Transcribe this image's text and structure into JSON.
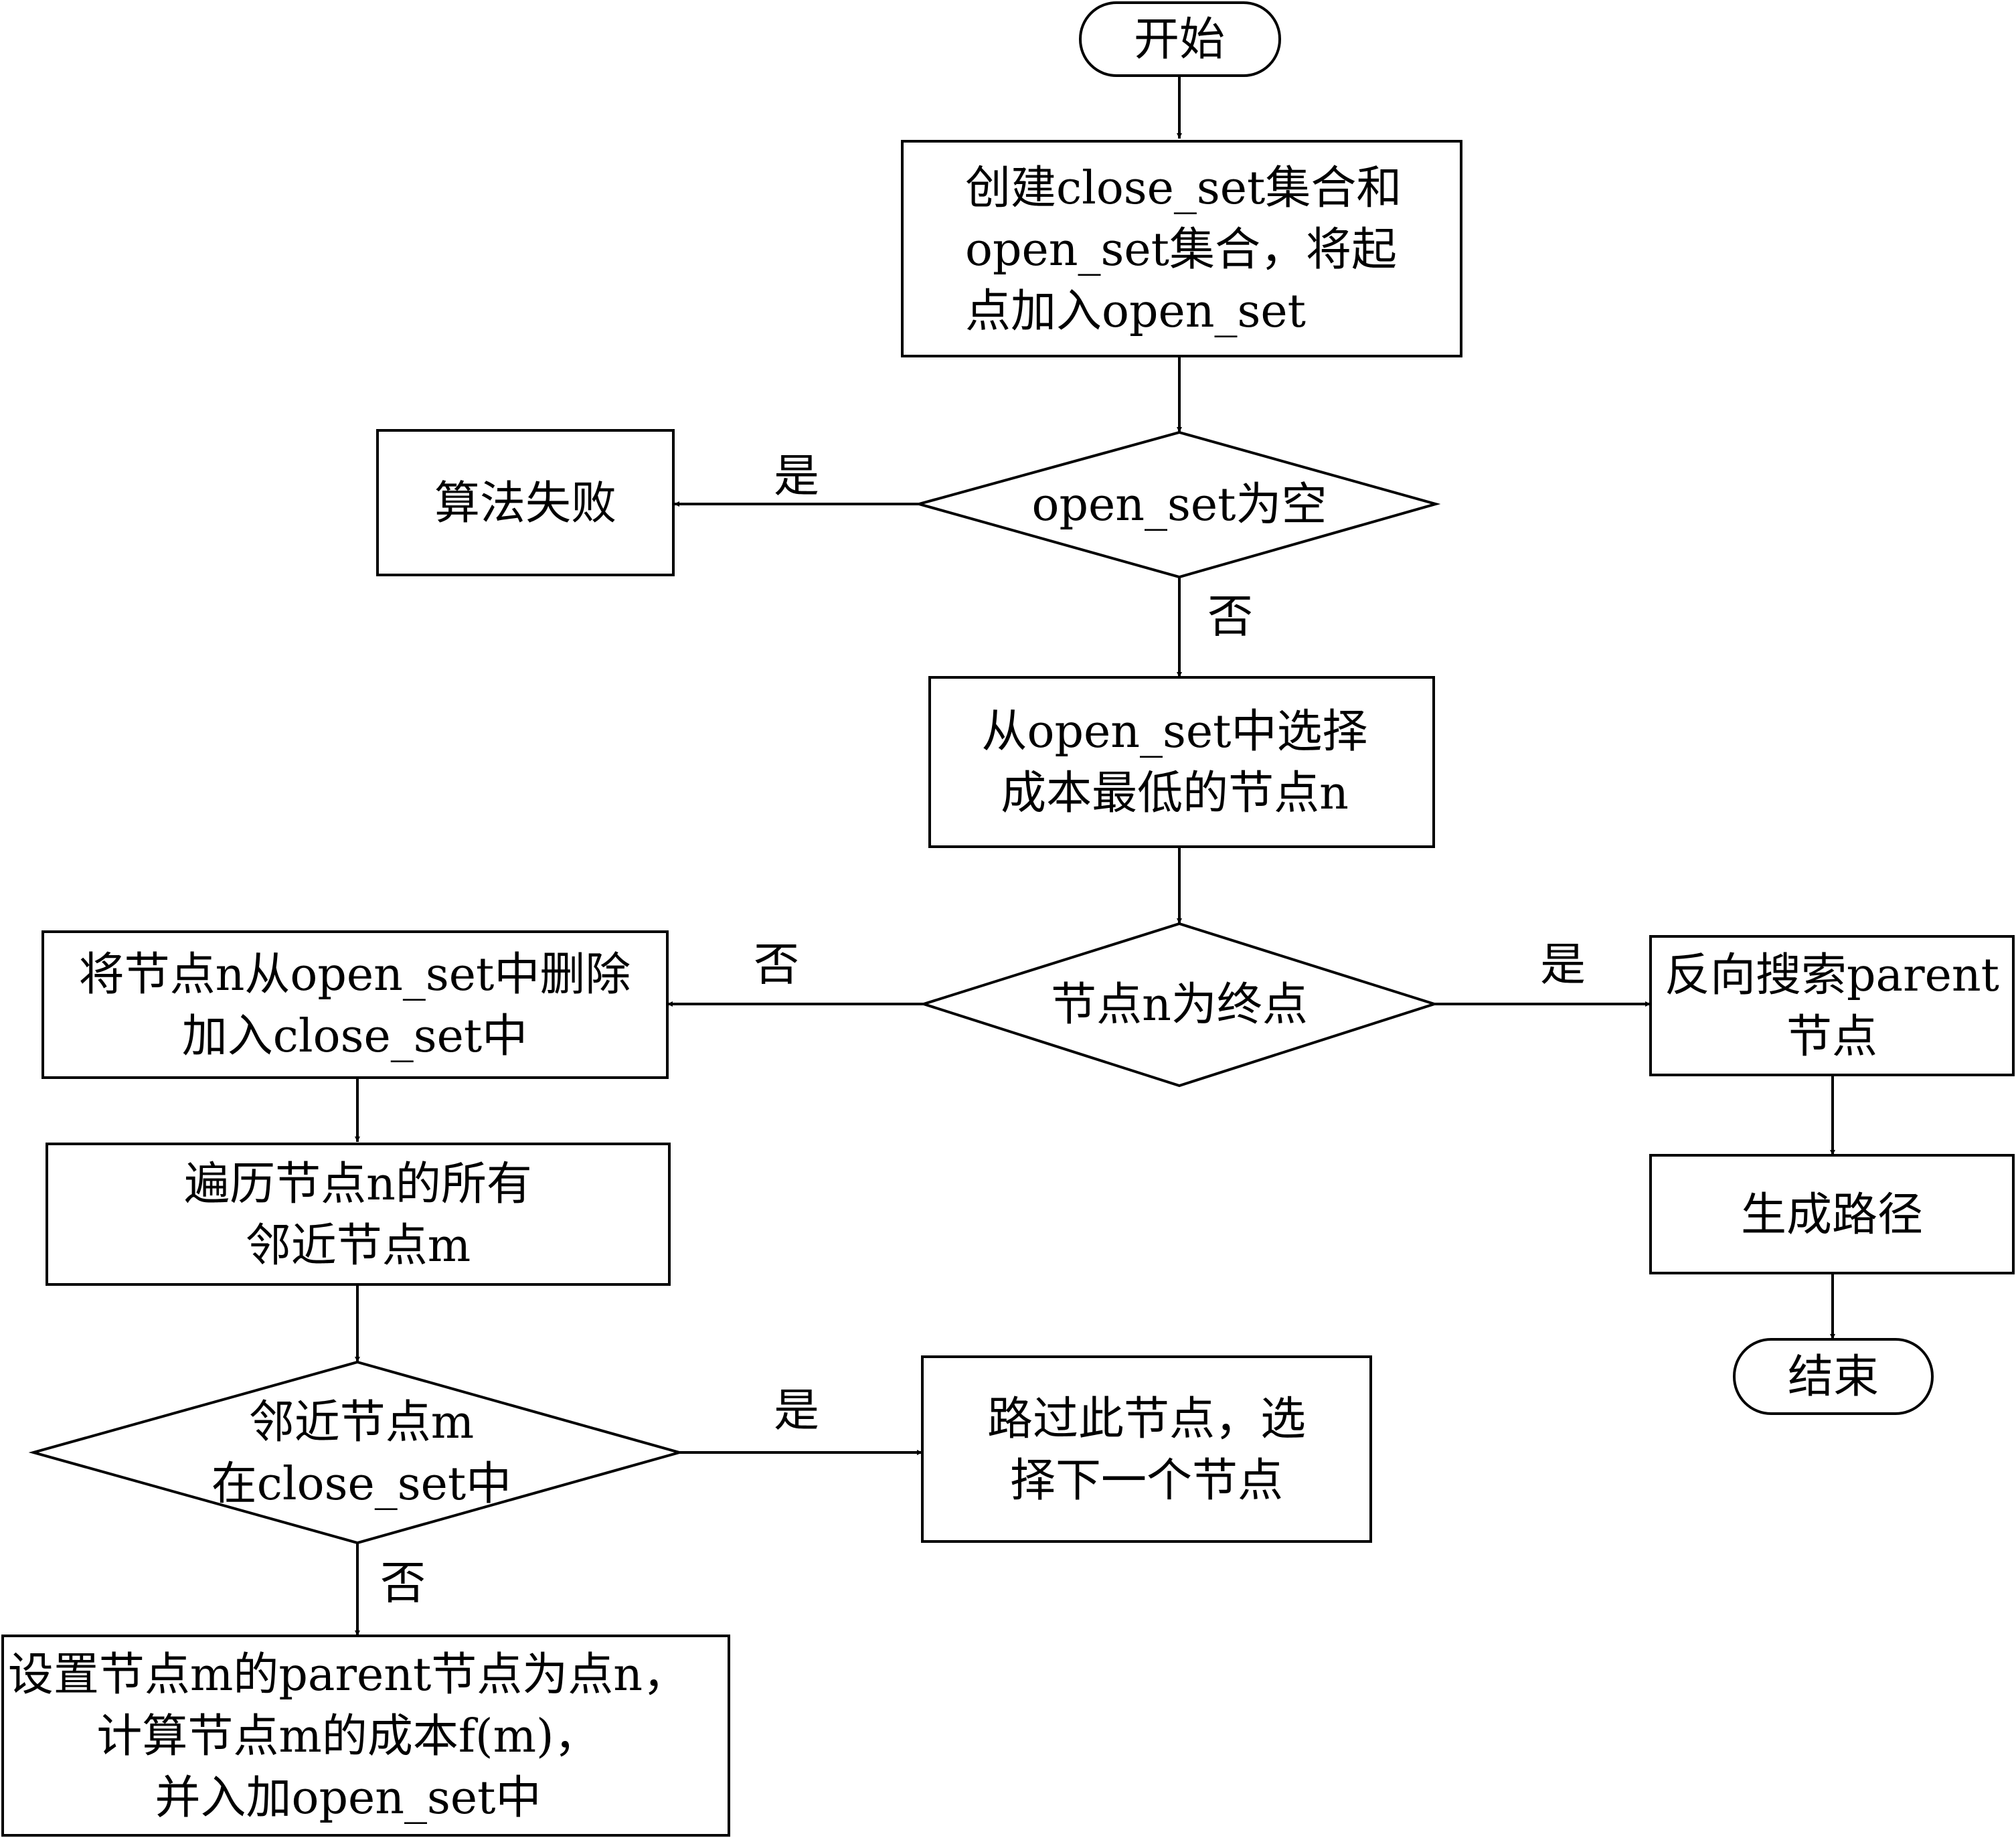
{
  "nodes": {
    "start": {
      "lines": [
        "开始"
      ]
    },
    "init": {
      "lines": [
        "创建close_set集合和",
        "open_set集合，将起",
        "点加入open_set"
      ]
    },
    "open_empty": {
      "lines": [
        "open_set为空"
      ]
    },
    "fail": {
      "lines": [
        "算法失败"
      ]
    },
    "select_min": {
      "lines": [
        "从open_set中选择",
        "成本最低的节点n"
      ]
    },
    "is_goal": {
      "lines": [
        "节点n为终点"
      ]
    },
    "backtrack": {
      "lines": [
        "反向搜索parent",
        "节点"
      ]
    },
    "gen_path": {
      "lines": [
        "生成路径"
      ]
    },
    "end": {
      "lines": [
        "结束"
      ]
    },
    "move_closed": {
      "lines": [
        "将节点n从open_set中删除",
        "加入close_set中"
      ]
    },
    "traverse": {
      "lines": [
        "遍历节点n的所有",
        "邻近节点m"
      ]
    },
    "in_closed": {
      "lines": [
        "邻近节点m",
        "在close_set中"
      ]
    },
    "skip": {
      "lines": [
        "路过此节点，选",
        "择下一个节点"
      ]
    },
    "set_parent": {
      "lines": [
        "设置节点m的parent节点为点n，",
        "计算节点m的成本f(m)，",
        "并入加open_set中"
      ]
    }
  },
  "edge_labels": {
    "yes": "是",
    "no": "否"
  }
}
